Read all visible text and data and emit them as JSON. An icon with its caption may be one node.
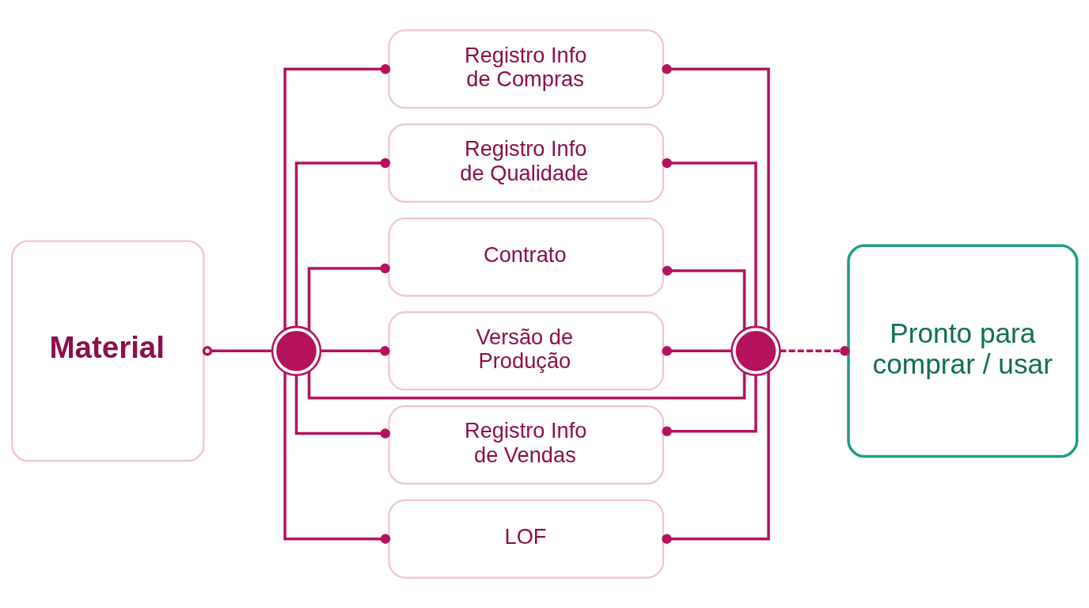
{
  "diagram": {
    "nodes": [
      {
        "text": [
          "Material"
        ]
      },
      {
        "text": [],
        "shape": "circle"
      },
      {
        "text": [
          "Registro Info de Compras"
        ]
      },
      {
        "text": [
          "Registro Info de Qualidade"
        ]
      },
      {
        "text": [
          "Contrato"
        ]
      },
      {
        "text": [
          "Versão de Produção"
        ]
      },
      {
        "text": [
          "Registro Info de Vendas"
        ]
      },
      {
        "text": [
          "LOF"
        ]
      },
      {
        "text": [],
        "shape": "circle"
      },
      {
        "text": [
          "Pronto para comprar / usar"
        ]
      }
    ],
    "edges": [
      {
        "from": 0,
        "to": 1,
        "arrow": "other"
      },
      {
        "from": 1,
        "to": 2,
        "arrow": "other"
      },
      {
        "from": 1,
        "to": 3,
        "arrow": "other"
      },
      {
        "from": 1,
        "to": 4,
        "arrow": "other"
      },
      {
        "from": 1,
        "to": 5,
        "arrow": "other"
      },
      {
        "from": 1,
        "to": 6,
        "arrow": "other"
      },
      {
        "from": 1,
        "to": 7,
        "arrow": "other"
      },
      {
        "from": 1,
        "to": 8,
        "arrow": "none"
      },
      {
        "from": 2,
        "to": 8,
        "arrow": "other"
      },
      {
        "from": 3,
        "to": 8,
        "arrow": "other"
      },
      {
        "from": 4,
        "to": 8,
        "arrow": "other"
      },
      {
        "from": 5,
        "to": 8,
        "arrow": "other"
      },
      {
        "from": 6,
        "to": 8,
        "arrow": "other"
      },
      {
        "from": 7,
        "to": 8,
        "arrow": "other"
      },
      {
        "from": 8,
        "to": 9,
        "arrow": "other",
        "style": "dashed"
      }
    ]
  }
}
